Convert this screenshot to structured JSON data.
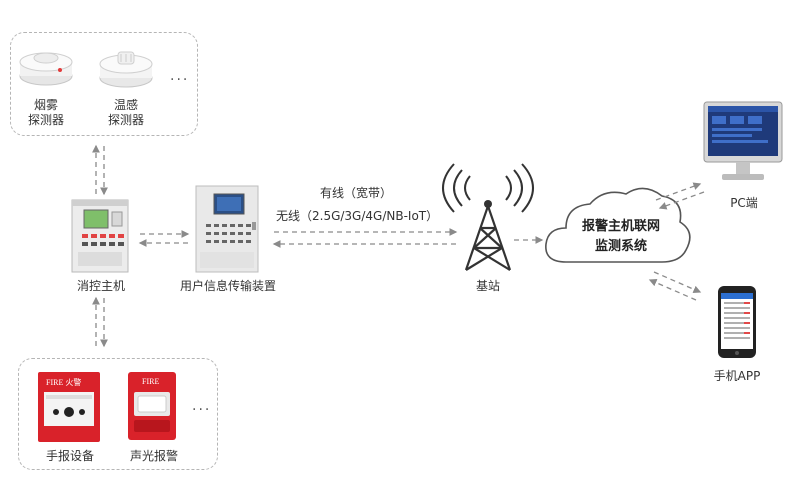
{
  "detectors": {
    "smoke_label_1": "烟雾",
    "smoke_label_2": "探测器",
    "heat_label_1": "温感",
    "heat_label_2": "探测器",
    "more": "···"
  },
  "host": {
    "label": "消控主机"
  },
  "transmitter": {
    "label": "用户信息传输装置"
  },
  "link": {
    "wired": "有线（宽带）",
    "wireless": "无线（2.5G/3G/4G/NB-IoT）"
  },
  "base_station": {
    "label": "基站"
  },
  "cloud": {
    "line1": "报警主机联网",
    "line2": "监测系统"
  },
  "pc": {
    "label": "PC端"
  },
  "phone": {
    "label": "手机APP"
  },
  "alarms": {
    "manual_label": "手报设备",
    "sound_light_label": "声光报警",
    "more": "···",
    "fire_text_1": "FIRE 火警",
    "fire_text_2": "FIRE"
  },
  "colors": {
    "dashed_border": "#b5b5b5",
    "arrow": "#8a8a8a",
    "alarm_red": "#d9222a",
    "tower": "#333333",
    "screen_blue": "#1f3a7a"
  }
}
